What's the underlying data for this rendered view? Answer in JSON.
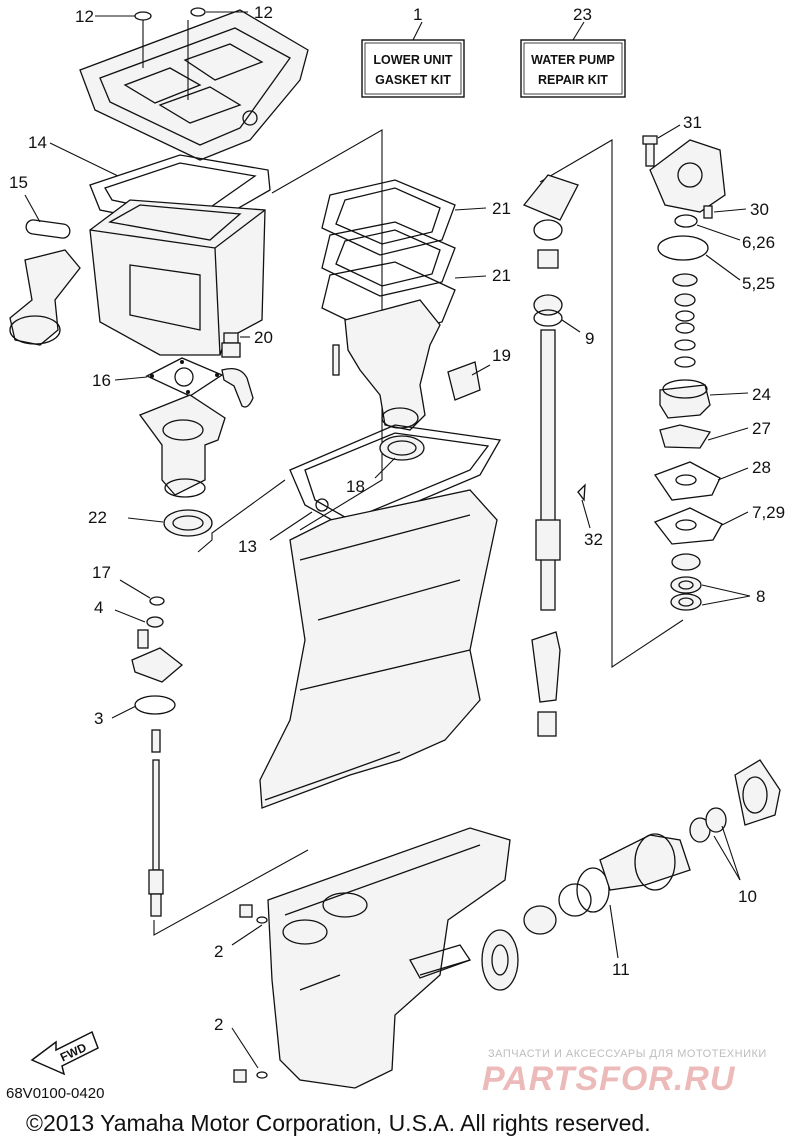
{
  "kits": [
    {
      "number": "1",
      "line1": "LOWER UNIT",
      "line2": "GASKET KIT"
    },
    {
      "number": "23",
      "line1": "WATER PUMP",
      "line2": "REPAIR KIT"
    }
  ],
  "callouts": {
    "c12a": "12",
    "c12b": "12",
    "c14": "14",
    "c15": "15",
    "c16": "16",
    "c20": "20",
    "c22": "22",
    "c21a": "21",
    "c21b": "21",
    "c19": "19",
    "c18": "18",
    "c13": "13",
    "c9": "9",
    "c32": "32",
    "c31": "31",
    "c30": "30",
    "c626": "6,26",
    "c525": "5,25",
    "c24": "24",
    "c27": "27",
    "c28": "28",
    "c729": "7,29",
    "c8": "8",
    "c17": "17",
    "c4": "4",
    "c3": "3",
    "c2a": "2",
    "c2b": "2",
    "c10": "10",
    "c11": "11"
  },
  "fwd_label": "FWD",
  "diagram_code": "68V0100-0420",
  "copyright": "©2013 Yamaha Motor Corporation, U.S.A. All rights reserved.",
  "watermark": {
    "tagline": "ЗАПЧАСТИ И АКСЕССУАРЫ ДЛЯ МОТОТЕХНИКИ",
    "logo": "PARTSFOR.RU"
  }
}
